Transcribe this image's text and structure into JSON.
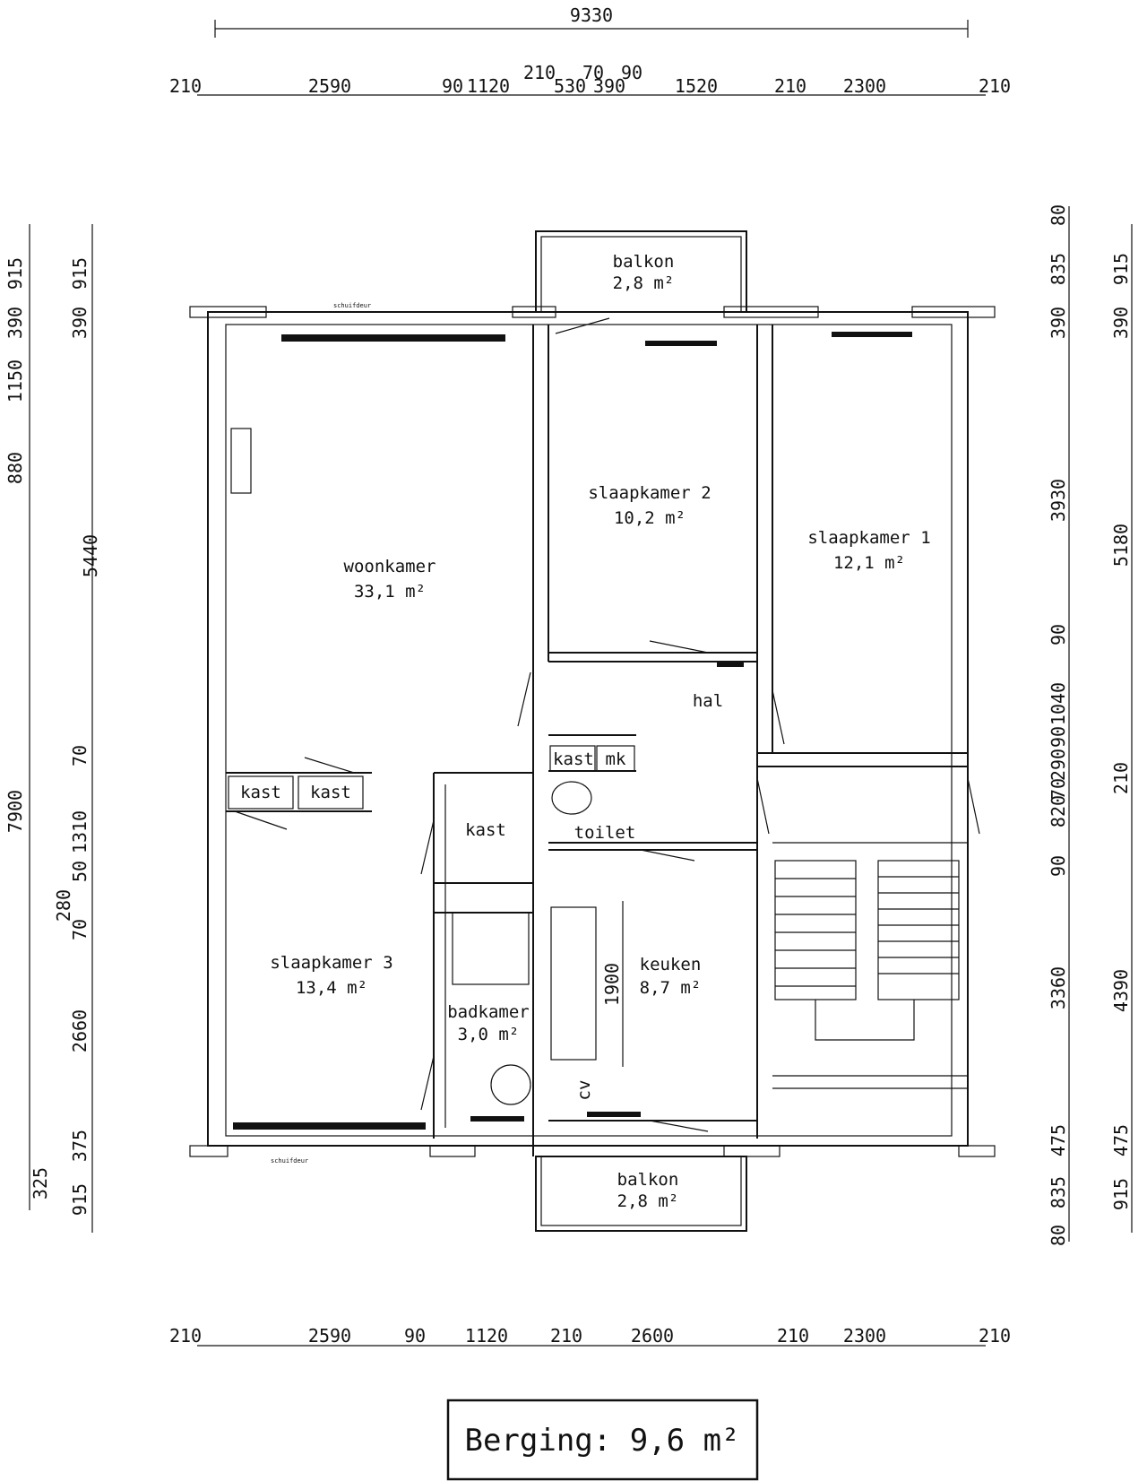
{
  "overall_width": "9330",
  "top_dims": [
    "210",
    "2590",
    "90",
    "1120",
    "210",
    "530",
    "70",
    "390",
    "90",
    "1520",
    "210",
    "2300",
    "210"
  ],
  "bottom_dims": [
    "210",
    "2590",
    "90",
    "1120",
    "210",
    "2600",
    "210",
    "2300",
    "210"
  ],
  "left_outer_dims": [
    "915",
    "390",
    "1150",
    "880",
    "5440",
    "7900",
    "325"
  ],
  "left_inner_dims": [
    "915",
    "390",
    "70",
    "1310",
    "50",
    "280",
    "70",
    "2660",
    "375",
    "915"
  ],
  "right_inner_dims": [
    "80",
    "835",
    "390",
    "3930",
    "90",
    "1040",
    "90",
    "290",
    "70",
    "820",
    "90",
    "3360",
    "475",
    "835",
    "80"
  ],
  "right_outer_dims": [
    "915",
    "390",
    "5180",
    "210",
    "4390",
    "475",
    "915"
  ],
  "rooms": {
    "balkon_top": {
      "name": "balkon",
      "area": "2,8 m²"
    },
    "slaapkamer2": {
      "name": "slaapkamer 2",
      "area": "10,2 m²"
    },
    "slaapkamer1": {
      "name": "slaapkamer 1",
      "area": "12,1 m²"
    },
    "woonkamer": {
      "name": "woonkamer",
      "area": "33,1 m²"
    },
    "hal": {
      "name": "hal"
    },
    "kast1": "kast",
    "kast2": "kast",
    "kast3": "kast",
    "kast4": "kast",
    "mk": "mk",
    "toilet": "toilet",
    "slaapkamer3": {
      "name": "slaapkamer 3",
      "area": "13,4 m²"
    },
    "badkamer": {
      "name": "badkamer",
      "area": "3,0 m²"
    },
    "keuken": {
      "name": "keuken",
      "area": "8,7 m²"
    },
    "cv": "cv",
    "balkon_bottom": {
      "name": "balkon",
      "area": "2,8 m²"
    }
  },
  "kitchen_dim": "1900",
  "schuifdeur_top": "schuifdeur",
  "schuifdeur_bottom": "schuifdeur",
  "berging": "Berging: 9,6 m²"
}
